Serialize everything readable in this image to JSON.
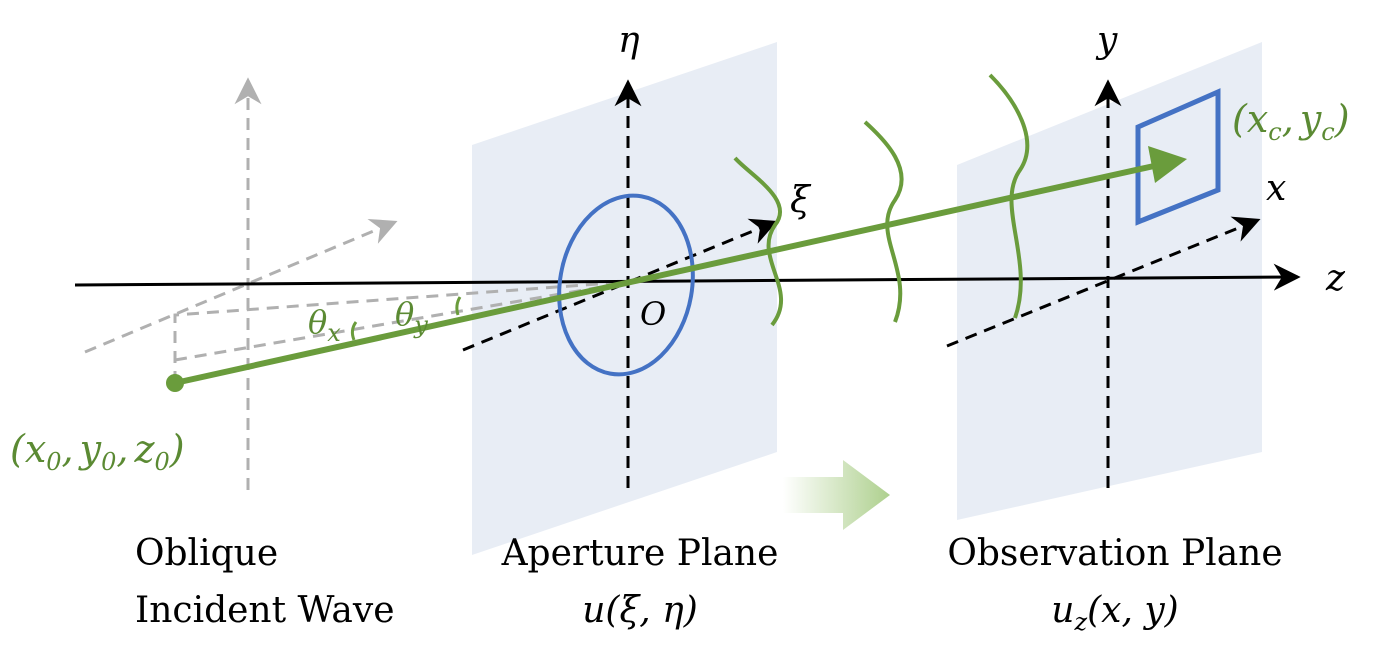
{
  "colors": {
    "green": "#6a9c3c",
    "green_dark": "#5b8a33",
    "blue": "#4472c4",
    "plane_fill": "#e8edf5",
    "gray": "#b0b0b0",
    "axis": "#000000"
  },
  "axes": {
    "eta": "η",
    "xi": "ξ",
    "y": "y",
    "x": "x",
    "z": "z",
    "origin": "O"
  },
  "angles": {
    "theta": "θ",
    "x_sub": "x",
    "y_sub": "y"
  },
  "points": {
    "source": {
      "open": "(",
      "x": "x",
      "x_sub": "0",
      "y": "y",
      "y_sub": "0",
      "z": "z",
      "z_sub": "0",
      "close": ")",
      "sep": ","
    },
    "target": {
      "open": "(",
      "x": "x",
      "x_sub": "c",
      "y": "y",
      "y_sub": "c",
      "close": ")",
      "sep": ","
    }
  },
  "captions": {
    "incident_line1": "Oblique",
    "incident_line2": "Incident Wave",
    "aperture_title": "Aperture Plane",
    "aperture_func": "u",
    "aperture_args": "(ξ, η)",
    "observation_title": "Observation Plane",
    "observation_func": "u",
    "observation_sub": "z",
    "observation_args": "(x, y)"
  }
}
